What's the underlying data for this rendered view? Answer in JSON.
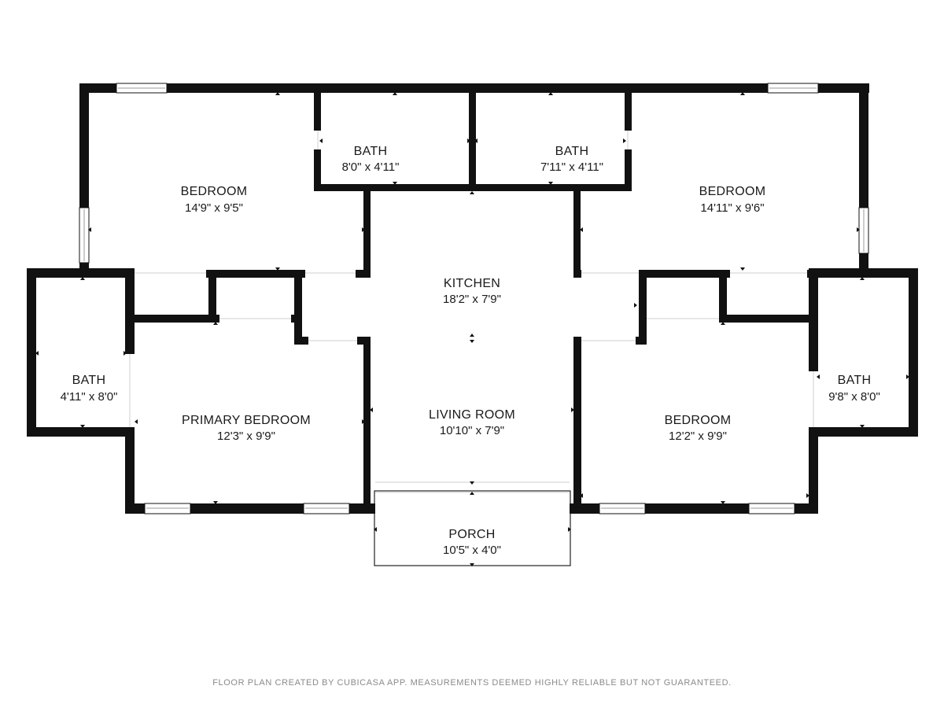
{
  "rooms": [
    {
      "id": "bedroom-nw",
      "name": "BEDROOM",
      "dims": "14'9\" x 9'5\""
    },
    {
      "id": "bath-n1",
      "name": "BATH",
      "dims": "8'0\" x 4'11\""
    },
    {
      "id": "bath-n2",
      "name": "BATH",
      "dims": "7'11\" x 4'11\""
    },
    {
      "id": "bedroom-ne",
      "name": "BEDROOM",
      "dims": "14'11\" x 9'6\""
    },
    {
      "id": "kitchen",
      "name": "KITCHEN",
      "dims": "18'2\" x 7'9\""
    },
    {
      "id": "bath-w",
      "name": "BATH",
      "dims": "4'11\" x 8'0\""
    },
    {
      "id": "primary-bedroom",
      "name": "PRIMARY BEDROOM",
      "dims": "12'3\" x 9'9\""
    },
    {
      "id": "living-room",
      "name": "LIVING ROOM",
      "dims": "10'10\" x 7'9\""
    },
    {
      "id": "bedroom-se",
      "name": "BEDROOM",
      "dims": "12'2\" x 9'9\""
    },
    {
      "id": "bath-e",
      "name": "BATH",
      "dims": "9'8\" x 8'0\""
    },
    {
      "id": "porch",
      "name": "PORCH",
      "dims": "10'5\" x 4'0\""
    }
  ],
  "footer": "FLOOR PLAN CREATED BY CUBICASA APP. MEASUREMENTS DEEMED HIGHLY RELIABLE BUT NOT GUARANTEED.",
  "colors": {
    "wall": "#111111",
    "background": "#ffffff",
    "footer_text": "#8a8a8a"
  }
}
